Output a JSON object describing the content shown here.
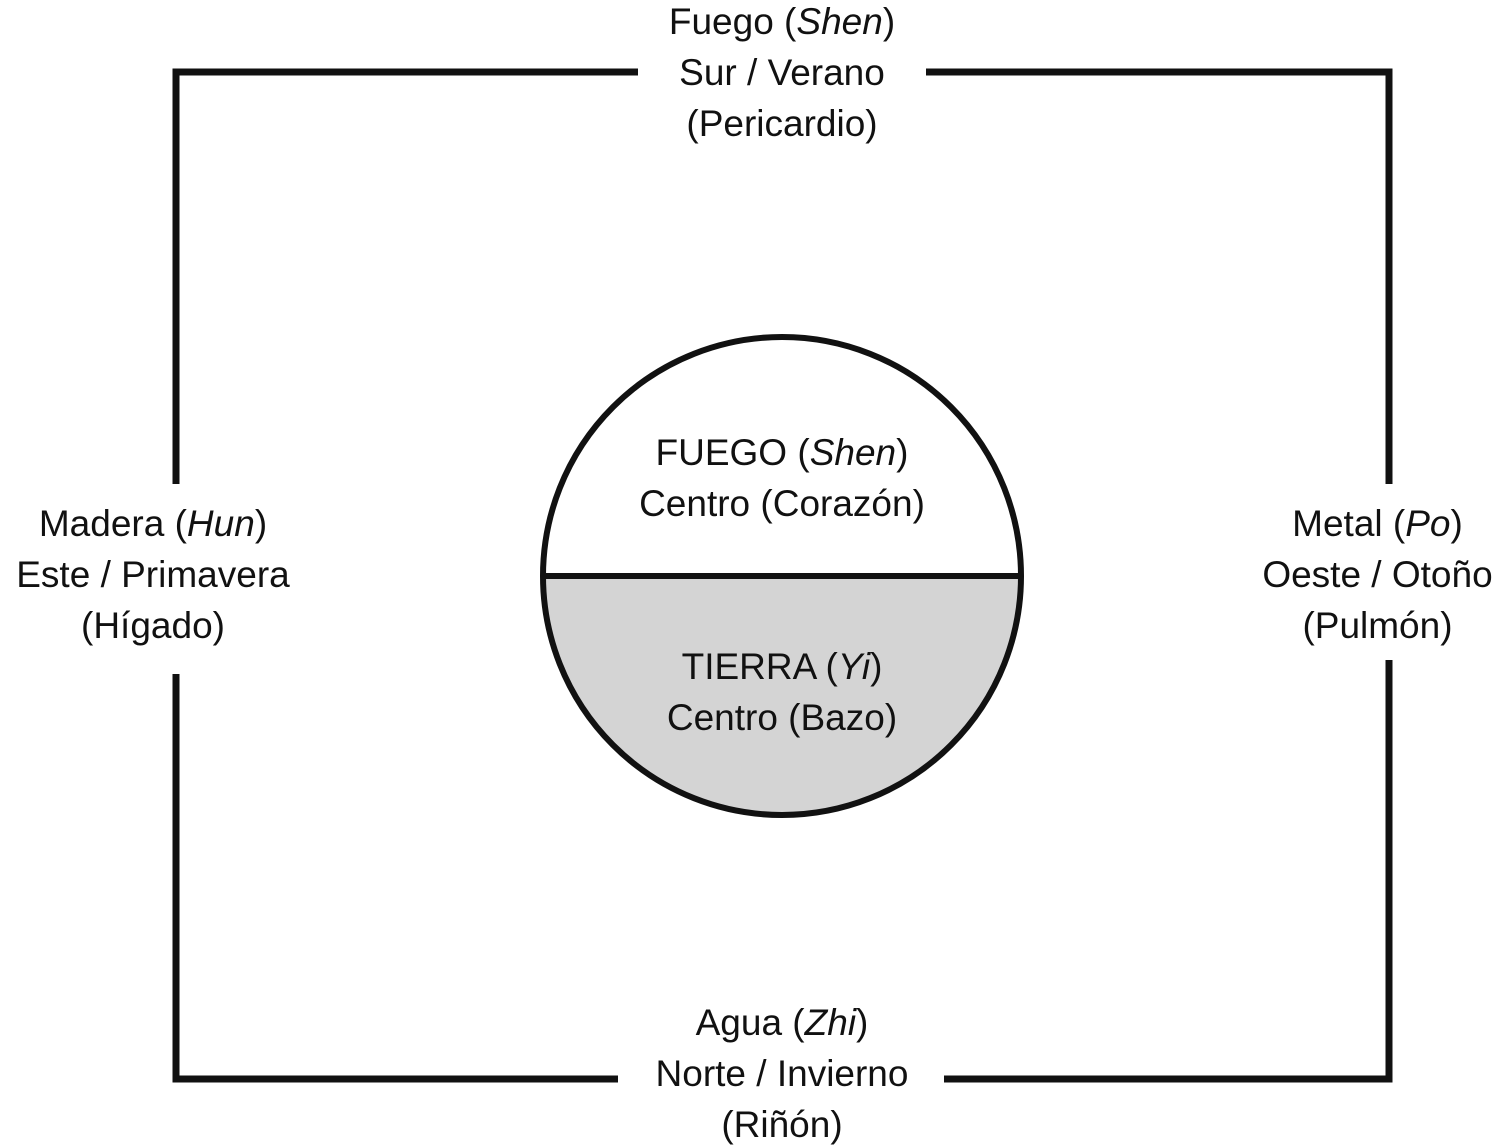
{
  "north": {
    "element": "Fuego",
    "spirit": "Shen",
    "direction_season": "Sur / Verano",
    "organ": "(Pericardio)"
  },
  "east": {
    "element": "Metal",
    "spirit": "Po",
    "direction_season": "Oeste / Otoño",
    "organ": "(Pulmón)"
  },
  "south": {
    "element": "Agua",
    "spirit": "Zhi",
    "direction_season": "Norte / Invierno",
    "organ": "(Riñón)"
  },
  "west": {
    "element": "Madera",
    "spirit": "Hun",
    "direction_season": "Este / Primavera",
    "organ": "(Hígado)"
  },
  "center_top": {
    "element": "FUEGO",
    "spirit": "Shen",
    "location": "Centro (Corazón)"
  },
  "center_bottom": {
    "element": "TIERRA",
    "spirit": "Yi",
    "location": "Centro (Bazo)"
  },
  "colors": {
    "stroke": "#111111",
    "earth_fill": "#d4d4d4",
    "fire_fill": "#ffffff",
    "background": "#ffffff"
  }
}
